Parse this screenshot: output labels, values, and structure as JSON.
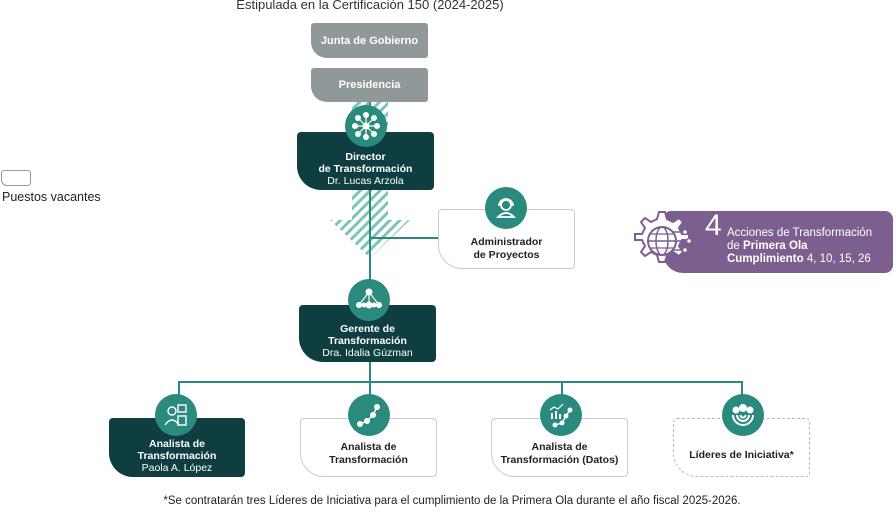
{
  "title": "Estipulada en la Certificación 150 (2024-2025)",
  "top_boxes": [
    "Junta de Gobierno",
    "Presidencia"
  ],
  "legend": {
    "label": "Puestos vacantes"
  },
  "director": {
    "role_line1": "Director",
    "role_line2": "de Transformación",
    "name": "Dr. Lucas Arzola",
    "icon": "network-hub-icon"
  },
  "admin": {
    "role_line1": "Administrador",
    "role_line2": "de Proyectos",
    "icon": "headset-person-icon"
  },
  "gerente": {
    "role_line1": "Gerente de",
    "role_line2": "Transformación",
    "name": "Dra. Idalia Gúzman",
    "icon": "network-nodes-icon"
  },
  "analysts": [
    {
      "line1": "Analista de",
      "line2": "Transformación",
      "name": "Paola A. López",
      "icon": "analyst-person-icon",
      "style": "filled"
    },
    {
      "line1": "Analista de",
      "line2": "Transformación",
      "name": "",
      "icon": "connected-dots-icon",
      "style": "open"
    },
    {
      "line1": "Analista de",
      "line2": "Transformación (Datos)",
      "name": "",
      "icon": "data-chart-icon",
      "style": "open"
    },
    {
      "line1": "Líderes de Iniciativa*",
      "line2": "",
      "name": "",
      "icon": "group-target-icon",
      "style": "vacant"
    }
  ],
  "badge": {
    "number": "4",
    "line1": "Acciones de Transformación",
    "line2_prefix": "de ",
    "line2_bold": "Primera Ola",
    "line3_bold": "Cumplimiento",
    "line3_rest": " 4, 10, 15, 26",
    "icon": "gear-globe-circuit-icon"
  },
  "footnote": "*Se contratarán tres Líderes de Iniciativa para el cumplimiento de la Primera Ola durante el año fiscal 2025-2026.",
  "colors": {
    "teal": "#2a8a7e",
    "dark_teal": "#0f3e40",
    "gray": "#909899",
    "purple": "#7d5f8f"
  }
}
